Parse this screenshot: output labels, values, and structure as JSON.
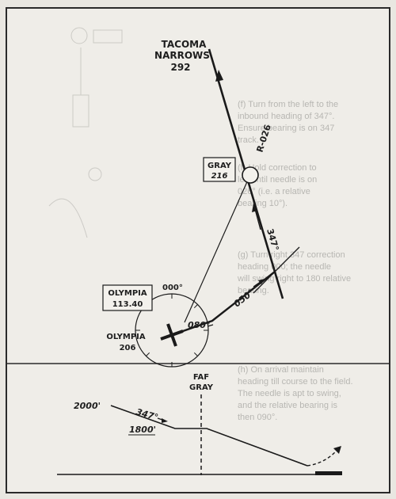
{
  "plan_view": {
    "tacoma": {
      "name": "TACOMA",
      "name2": "NARROWS",
      "freq": "292"
    },
    "gray_box": {
      "name": "GRAY",
      "freq": "216"
    },
    "radial_label": "R-026",
    "inbound_course": "347°",
    "olympia_box": {
      "name": "OLYMPIA",
      "freq": "113.40"
    },
    "radial_000": "000°",
    "course_050": "050°",
    "course_080": "080°",
    "olympia_ndb": {
      "name": "OLYMPIA",
      "freq": "206"
    }
  },
  "profile_view": {
    "faf_label": "FAF",
    "faf_name": "GRAY",
    "alt_2000": "2000'",
    "course": "347°",
    "alt_1800": "1800'"
  },
  "bleed_text": [
    "(f) Turn from the left to the",
    "inbound heading of 347°.",
    "Ensure bearing is on 347",
    "track.",
    "(f) Hold correction to",
    "left until needle is on",
    "026° (i.e. a relative",
    "bearing 10°).",
    "(g) Turn right 347 correction",
    "heading 000; the needle",
    "will swing right to 180 relative",
    "bearing.",
    "(h) On arrival maintain",
    "heading till course to the field.",
    "The needle is apt to swing,",
    "and the relative bearing is",
    "then 090°."
  ]
}
